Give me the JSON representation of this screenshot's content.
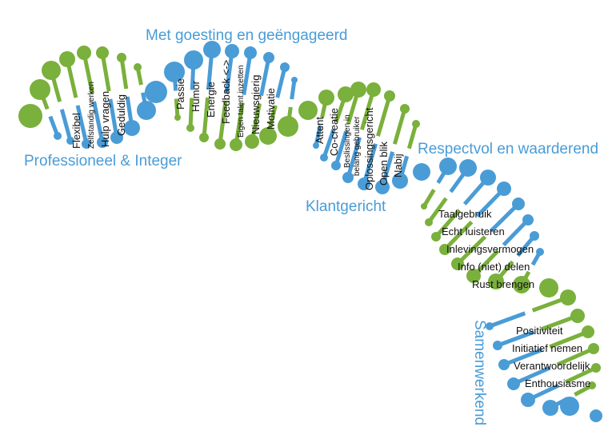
{
  "colors": {
    "green": "#7ab03c",
    "blue": "#4a9cd6",
    "text": "#111111"
  },
  "clusters": [
    {
      "title": "Professioneel & Integer",
      "items": [
        "Flexibel",
        "Zelfstandig werken",
        "Hulp vragen",
        "Geduldig"
      ]
    },
    {
      "title": "Met goesting en geëngageerd",
      "items": [
        "Passie",
        "Humor",
        "Energie",
        "Feedback <->",
        "Eigen talent inzetten",
        "Nieuwsgierig",
        "Motivatie"
      ]
    },
    {
      "title": "Klantgericht",
      "items": [
        "Attent",
        "Co-creatie",
        "Beslissingen in",
        "belang gebruiker",
        "Oplossingsgericht",
        "Open blik",
        "Nabij"
      ]
    },
    {
      "title": "Respectvol en waarderend",
      "items": [
        "Taalgebruik",
        "Echt luisteren",
        "Inlevingsvermogen",
        "Info (niet) delen",
        "Rust brengen"
      ]
    },
    {
      "title": "Samenwerkend",
      "items": [
        "Positiviteit",
        "Initiatief nemen",
        "Verantwoordelijk",
        "Enthousiasme"
      ]
    }
  ]
}
